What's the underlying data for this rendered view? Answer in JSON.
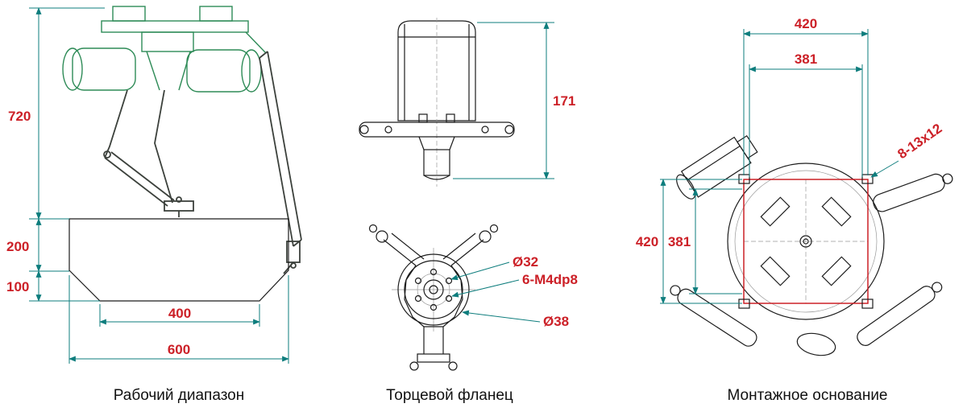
{
  "colors": {
    "dimension_text": "#cc2027",
    "dimension_line": "#0e7d7d",
    "drawing_green": "#2e8b57",
    "drawing_black": "#1c1c1c"
  },
  "views": {
    "working_range": {
      "caption": "Рабочий диапазон",
      "dims": {
        "height_total": "720",
        "height_upper": "200",
        "height_lower": "100",
        "width_inner": "400",
        "width_outer": "600"
      }
    },
    "end_flange": {
      "caption": "Торцевой фланец",
      "dims": {
        "height": "171",
        "bolt_circle": "Ø32",
        "thread": "6-M4dp8",
        "flange_dia": "Ø38"
      }
    },
    "mounting_base": {
      "caption": "Монтажное основание",
      "dims": {
        "outer_width": "420",
        "inner_width": "381",
        "outer_height": "420",
        "inner_height": "381",
        "slots": "8-13x12"
      }
    }
  }
}
